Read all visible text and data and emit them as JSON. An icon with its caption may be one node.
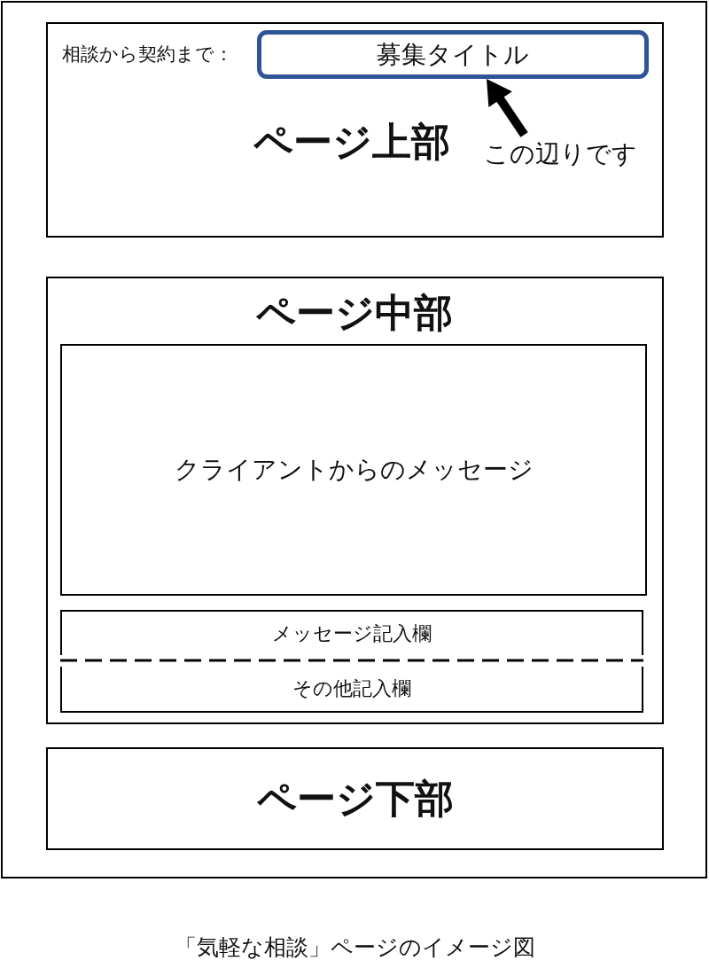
{
  "diagram": {
    "caption": "「気軽な相談」ページのイメージ図",
    "nodes": [
      {
        "text": [],
        "shape": "box"
      },
      {
        "text": [
          "ページ上部"
        ],
        "in": 0
      },
      {
        "text": [
          "募集タイトル"
        ],
        "in": 1,
        "beside": [
          "相談から契約まで："
        ]
      },
      {
        "text": [
          "この辺りです"
        ],
        "in": 1
      },
      {
        "text": [
          "ページ中部"
        ],
        "in": 0
      },
      {
        "text": [
          "クライアントからのメッセージ"
        ],
        "in": 4
      },
      {
        "text": [
          "メッセージ記入欄"
        ],
        "in": 4
      },
      {
        "text": [
          "その他記入欄"
        ],
        "in": 4
      },
      {
        "text": [
          "ページ下部"
        ],
        "in": 0
      }
    ],
    "edges": [
      {
        "from": 3,
        "to": 2,
        "arrow": "to"
      }
    ]
  }
}
